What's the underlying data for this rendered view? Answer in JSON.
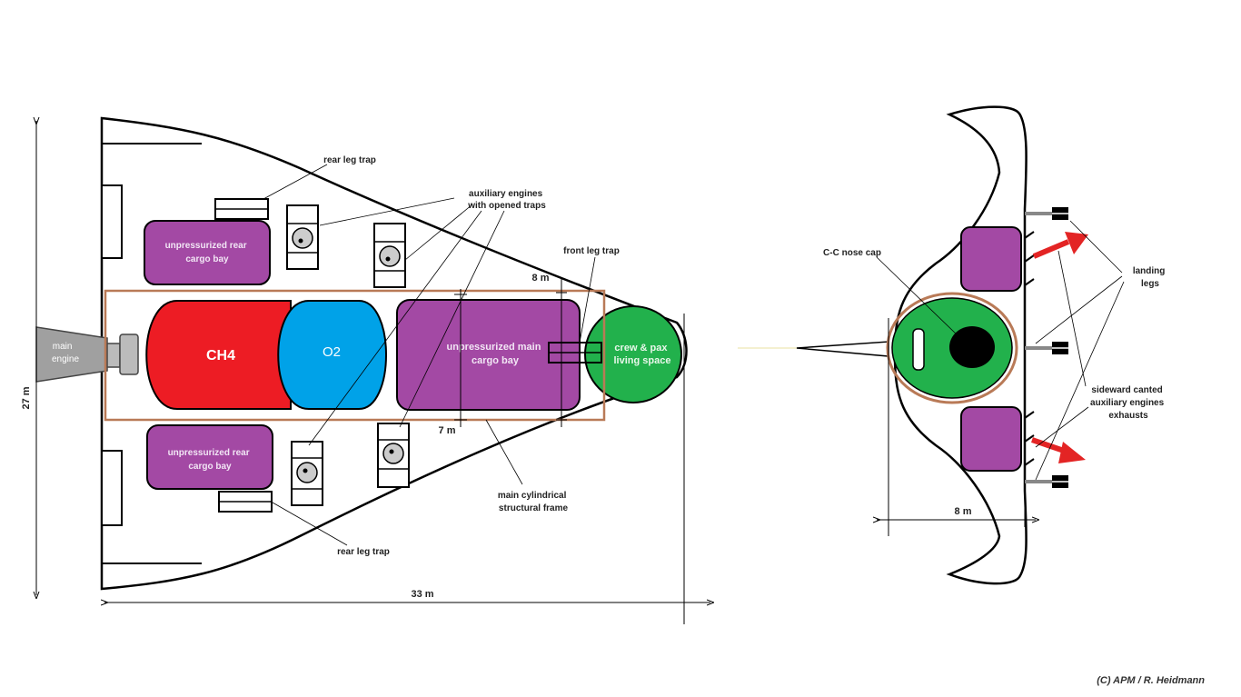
{
  "top_view": {
    "main_engine": [
      "main",
      "engine"
    ],
    "tank_ch4": "CH4",
    "tank_o2": "O2",
    "main_bay": [
      "unpressurized main",
      "cargo bay"
    ],
    "crew_space": [
      "crew & pax",
      "living space"
    ],
    "rear_bay_top": [
      "unpressurized rear",
      "cargo bay"
    ],
    "rear_bay_bottom": [
      "unpressurized rear",
      "cargo bay"
    ],
    "rear_leg_trap_top": "rear leg trap",
    "rear_leg_trap_bottom": "rear leg trap",
    "aux_engines": [
      "auxiliary engines",
      "with opened traps"
    ],
    "front_leg_trap": "front leg trap",
    "frame_label": [
      "main cylindrical",
      "structural frame"
    ],
    "dim_8m": "8 m",
    "dim_7m": "7 m",
    "dim_27m": "27 m",
    "dim_33m": "33 m"
  },
  "front_view": {
    "nose_cap": "C-C nose cap",
    "landing_legs": [
      "landing",
      "legs"
    ],
    "aux_exhausts": [
      "sideward canted",
      "auxiliary engines",
      "exhausts"
    ],
    "dim_8m": "8 m"
  },
  "copyright": "(C) APM / R. Heidmann",
  "colors": {
    "ch4": "#ed1c24",
    "o2": "#00a2e8",
    "cargo": "#a349a4",
    "crew": "#22b14c",
    "frame": "#b97a57",
    "engine": "#a0a0a0",
    "arrow": "#e32424"
  }
}
